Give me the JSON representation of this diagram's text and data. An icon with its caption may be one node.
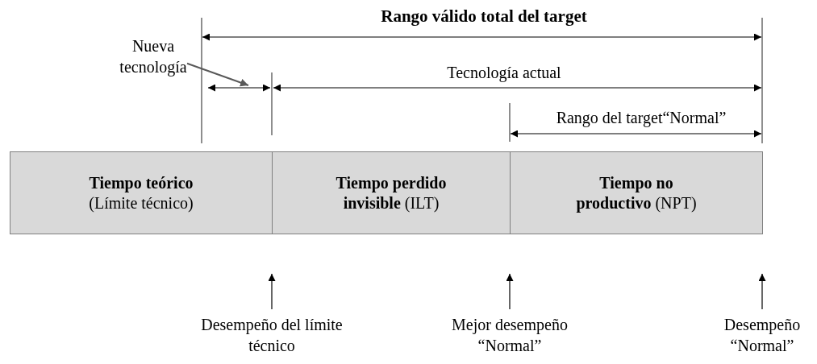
{
  "diagram": {
    "nodes": [
      {
        "text": [
          "Tiempo teórico",
          "(Límite técnico)"
        ]
      },
      {
        "text": [
          "**Tiempo perdido invisible** (ILT)"
        ]
      },
      {
        "text": [
          "**Tiempo no productivo** (NPT)"
        ]
      },
      {
        "text": [
          "Nueva tecnología"
        ]
      },
      {
        "text": [
          "Desempeño del límite técnico"
        ]
      },
      {
        "text": [
          "Mejor desempeño “Normal”"
        ]
      },
      {
        "text": [
          "Desempeño “Normal”"
        ]
      }
    ],
    "edges": [
      {
        "from": 3,
        "to": null,
        "arrow": "to",
        "color": "#595959"
      },
      {
        "from": 4,
        "to": null,
        "arrow": "to"
      },
      {
        "from": 5,
        "to": null,
        "arrow": "to"
      },
      {
        "from": 6,
        "to": null,
        "arrow": "to"
      }
    ],
    "labels": [
      "Rango válido total del target",
      "Tecnología actual",
      "Rango del target“Normal”"
    ]
  }
}
